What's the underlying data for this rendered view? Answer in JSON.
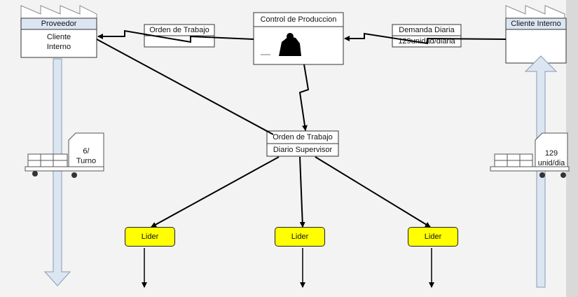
{
  "proveedor": {
    "title": "Proveedor",
    "line1": "Cliente",
    "line2": "Interno"
  },
  "cliente_interno": {
    "title": "Cliente Interno"
  },
  "control_produccion": {
    "title": "Control de Produccion"
  },
  "orden_trabajo_top": {
    "title": "Orden de Trabajo"
  },
  "demanda_diaria": {
    "title": "Demanda Diaria",
    "value": "129unidad/diaria"
  },
  "orden_trabajo_center": {
    "title": "Orden de Trabajo",
    "subtitle": "Diario Supervisor"
  },
  "truck_left": {
    "line1": "6/",
    "line2": "Turno"
  },
  "truck_right": {
    "line1": "129",
    "line2": "unid/dia"
  },
  "lideres": [
    {
      "label": "Lider"
    },
    {
      "label": "Lider"
    },
    {
      "label": "Lider"
    }
  ]
}
